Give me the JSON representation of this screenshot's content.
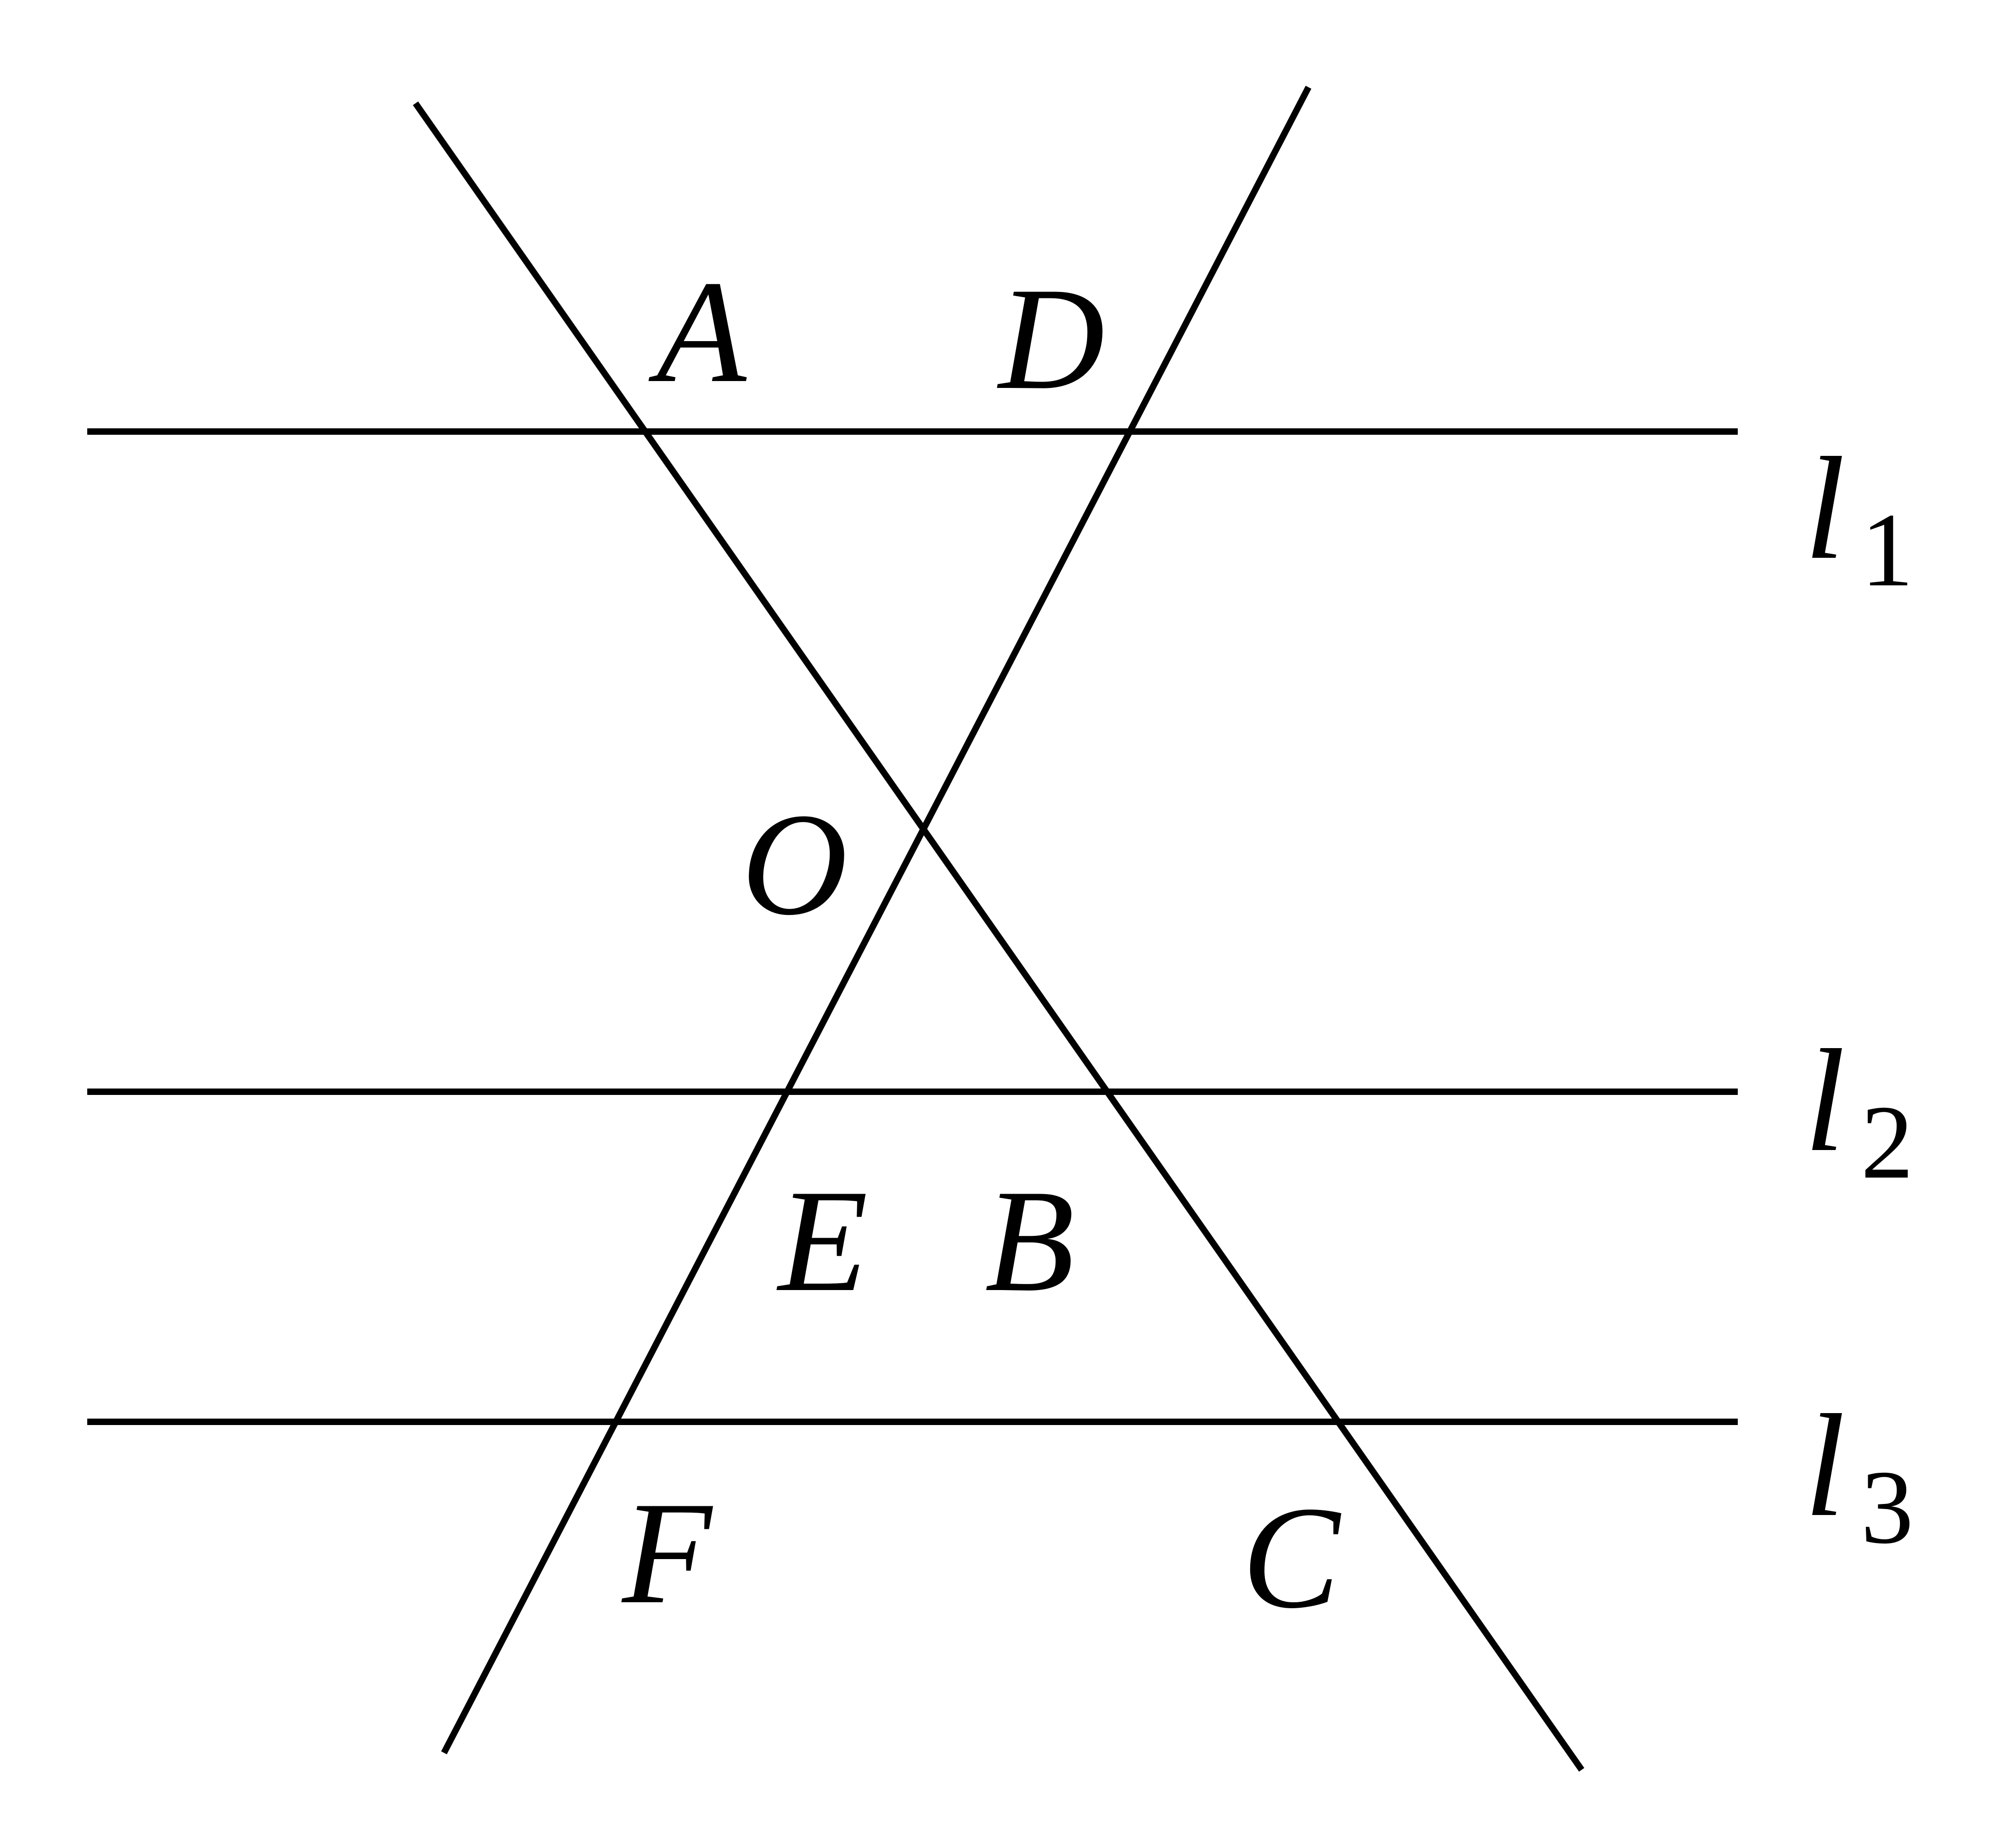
{
  "points": {
    "A": "A",
    "D": "D",
    "O": "O",
    "E": "E",
    "B": "B",
    "F": "F",
    "C": "C"
  },
  "lines": {
    "l1": {
      "letter": "l",
      "sub": "1"
    },
    "l2": {
      "letter": "l",
      "sub": "2"
    },
    "l3": {
      "letter": "l",
      "sub": "3"
    }
  },
  "colors": {
    "stroke": "#000000",
    "background": "#ffffff"
  }
}
